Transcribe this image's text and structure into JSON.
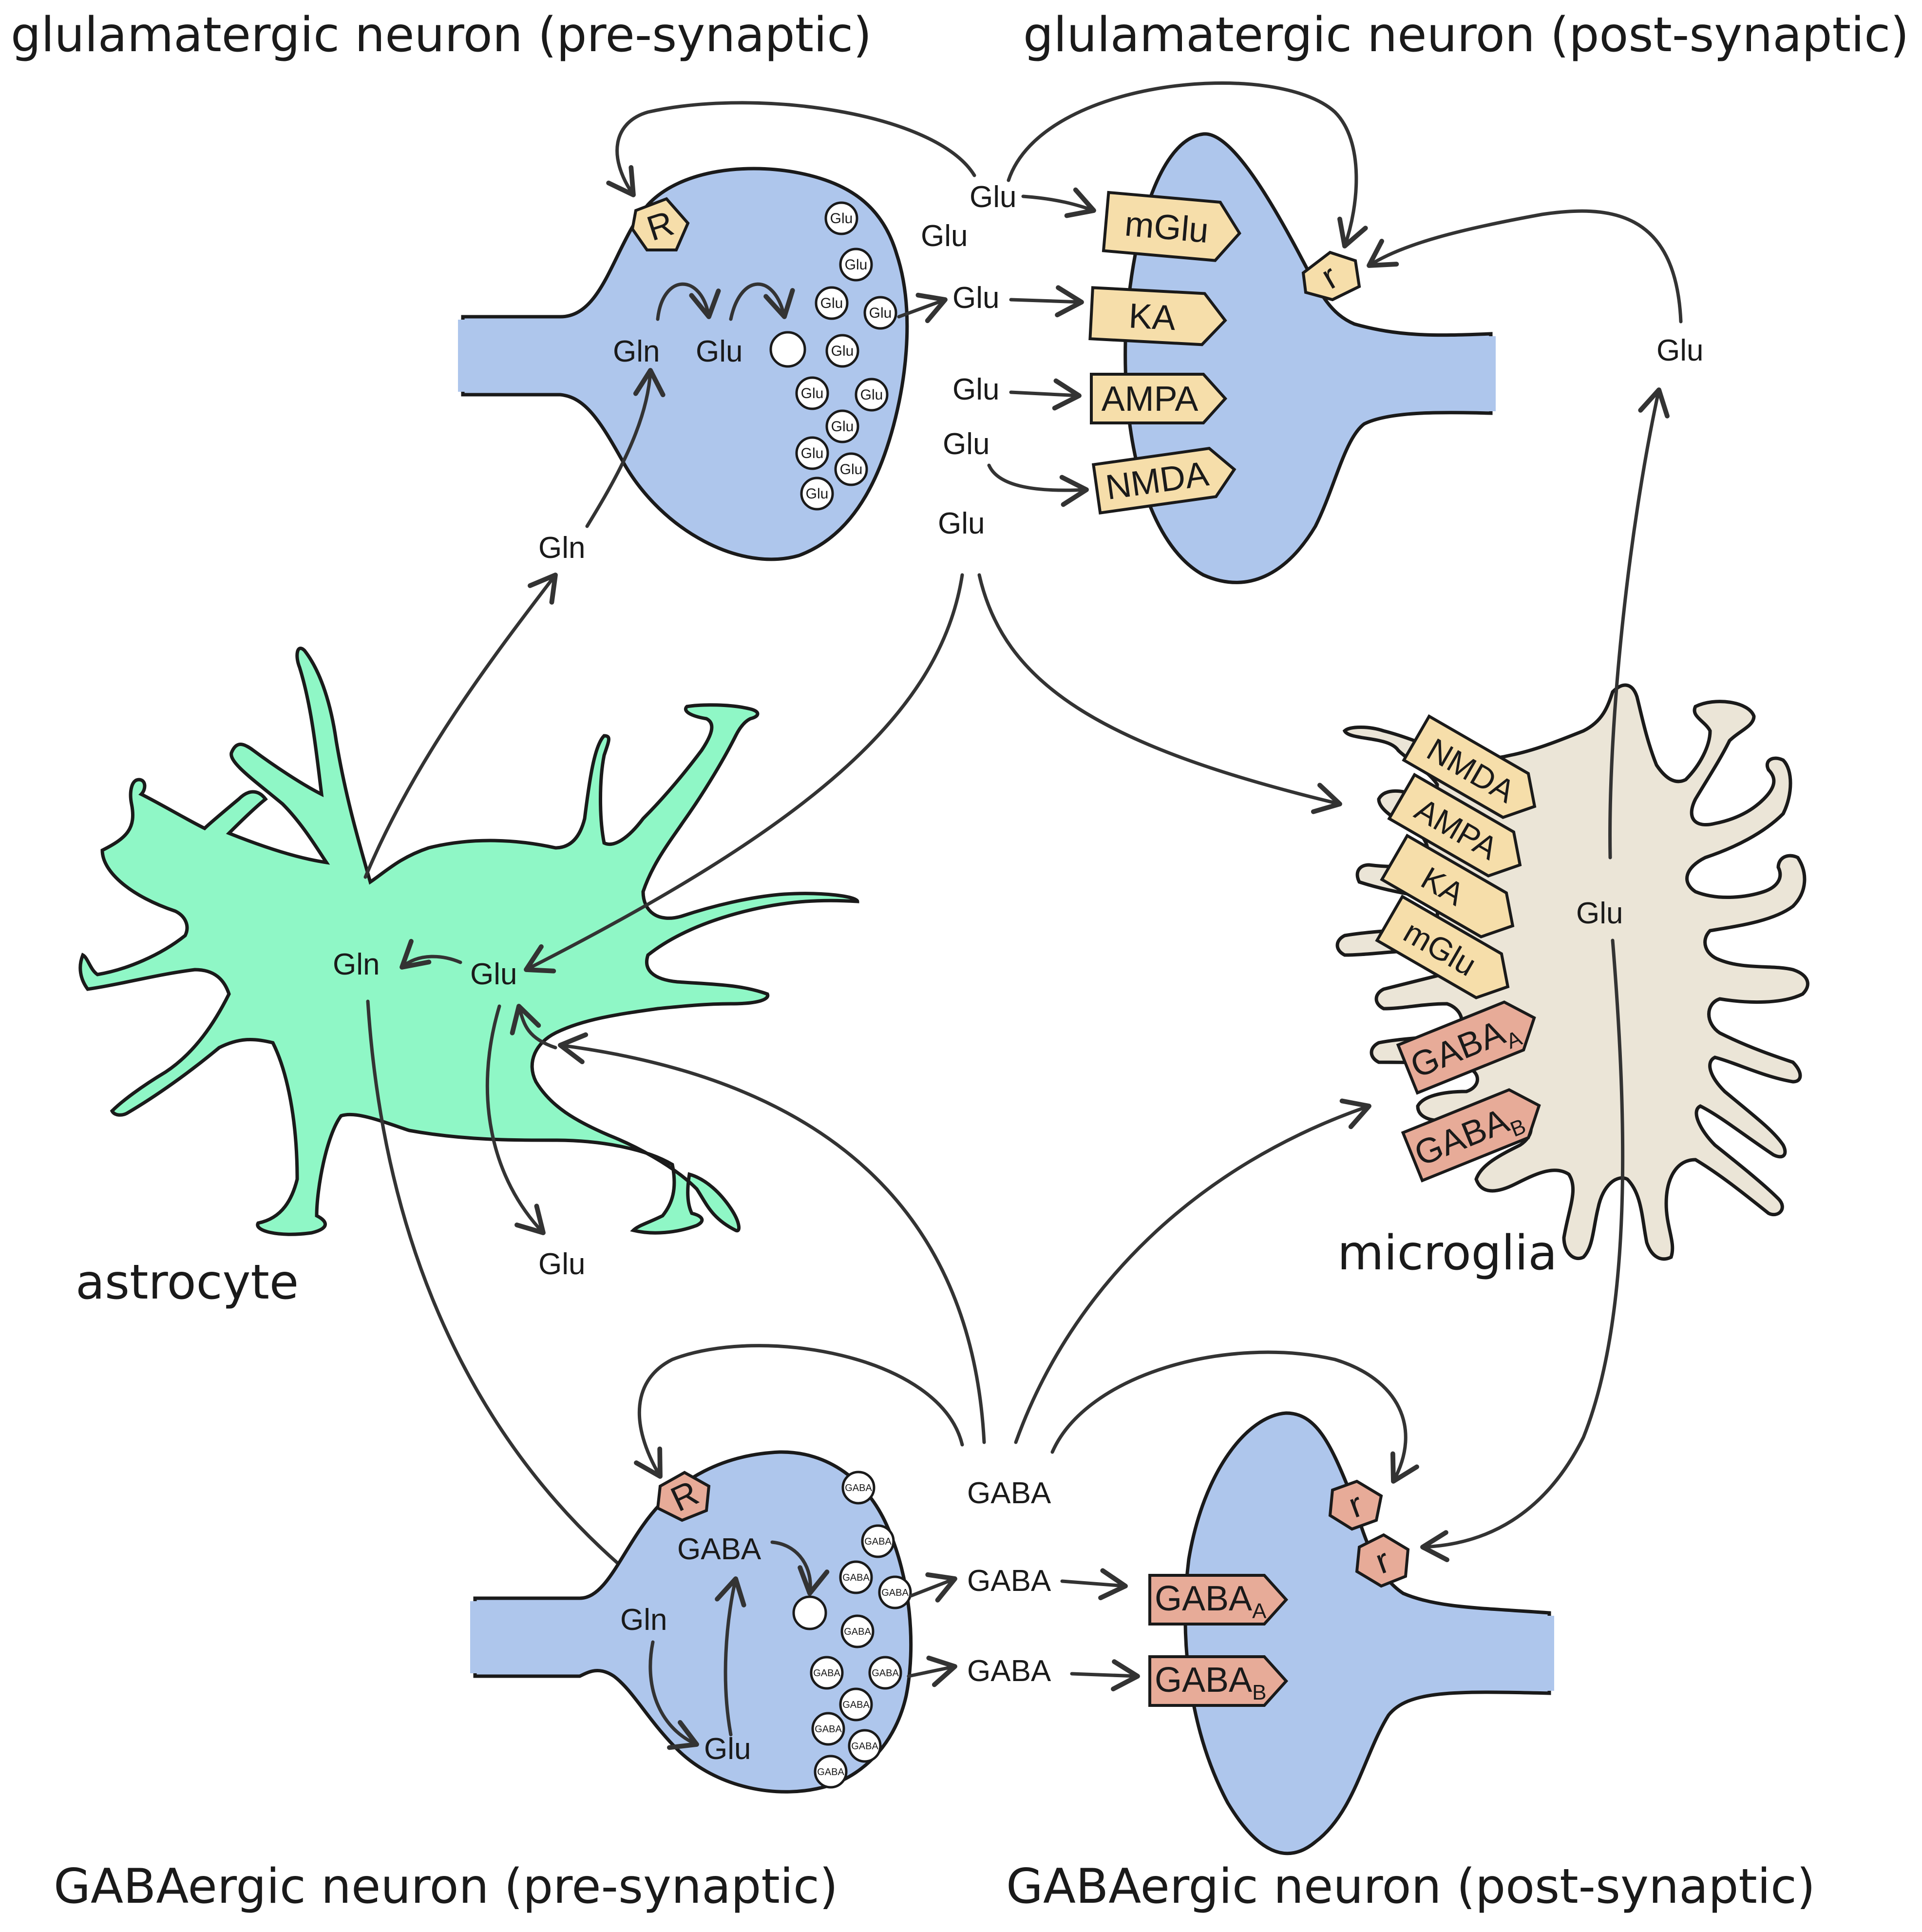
{
  "titles": {
    "glu_pre": "glulamatergic neuron (pre-synaptic)",
    "glu_post": "glulamatergic neuron (post-synaptic)",
    "gaba_pre": "GABAergic neuron (pre-synaptic)",
    "gaba_post": "GABAergic neuron (post-synaptic)",
    "astrocyte": "astrocyte",
    "microglia": "microglia"
  },
  "colors": {
    "neuron": "#aec6ec",
    "astrocyte": "#8ff7c6",
    "microglia": "#ebe5d7",
    "glu_receptor": "#f6deaa",
    "gaba_receptor": "#e7ab98"
  },
  "glu_synapse": {
    "pre_labels": {
      "gln": "Gln",
      "glu": "Glu",
      "gln_in": "Gln"
    },
    "autoreceptor": "R",
    "post_autoreceptor": "r",
    "vesicle_label": "Glu",
    "cleft_labels": [
      "Glu",
      "Glu",
      "Glu",
      "Glu",
      "Glu",
      "Glu"
    ],
    "receptors": [
      "mGlu",
      "KA",
      "AMPA",
      "NMDA"
    ],
    "to_post_r": "Glu"
  },
  "astrocyte": {
    "gln": "Gln",
    "glu": "Glu",
    "glu_out": "Glu"
  },
  "microglia": {
    "receptors": [
      "NMDA",
      "AMPA",
      "KA",
      "mGlu"
    ],
    "gaba_a": {
      "base": "GABA",
      "sub": "A"
    },
    "gaba_b": {
      "base": "GABA",
      "sub": "B"
    },
    "glu": "Glu"
  },
  "gaba_synapse": {
    "pre_labels": {
      "gaba": "GABA",
      "gln": "Gln",
      "glu": "Glu"
    },
    "autoreceptor": "R",
    "post_autoreceptors": [
      "r",
      "r"
    ],
    "vesicle_label": "GABA",
    "cleft_labels": [
      "GABA",
      "GABA",
      "GABA"
    ],
    "gaba_a": {
      "base": "GABA",
      "sub": "A"
    },
    "gaba_b": {
      "base": "GABA",
      "sub": "B"
    }
  }
}
